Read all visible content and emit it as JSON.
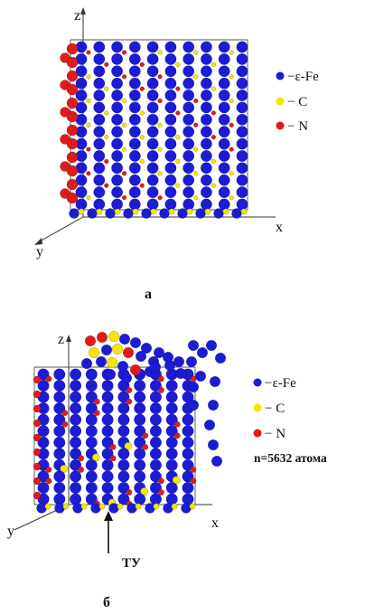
{
  "panel_a": {
    "caption": "а",
    "axes": {
      "x": "x",
      "y": "y",
      "z": "z"
    },
    "legend": [
      {
        "label": "−ε-Fe",
        "color": "#1c1cd6"
      },
      {
        "label": "− C",
        "color": "#f4e600"
      },
      {
        "label": "− N",
        "color": "#e01b1b"
      }
    ]
  },
  "panel_b": {
    "caption": "б",
    "axes": {
      "x": "x",
      "y": "y",
      "z": "z"
    },
    "legend": [
      {
        "label": "−ε-Fe",
        "color": "#1c1cd6"
      },
      {
        "label": "− C",
        "color": "#f4e600"
      },
      {
        "label": "− N",
        "color": "#e01b1b"
      }
    ],
    "atom_count": "n=5632 атома",
    "marker_label": "ТУ"
  },
  "colors": {
    "fe": "#1c1cd6",
    "c": "#f4e600",
    "n": "#e01b1b",
    "axis": "#333333"
  },
  "icons": {
    "arrow": "up-arrow-icon"
  }
}
